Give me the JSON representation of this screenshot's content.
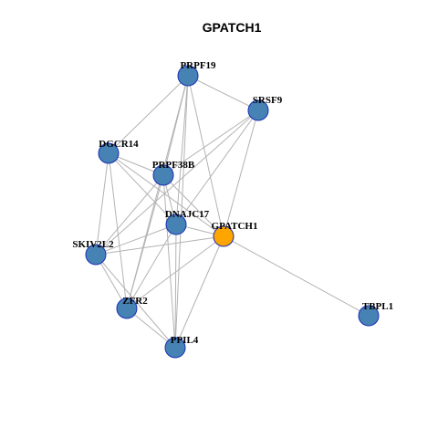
{
  "title": "GPATCH1",
  "colors": {
    "default_node": "#4682b4",
    "query_node": "#ffa500",
    "edge": "#b3b3b3",
    "node_border": "#1a2fb5"
  },
  "nodes": [
    {
      "id": "PRPF19",
      "label": "PRPF19",
      "query": false
    },
    {
      "id": "SRSF9",
      "label": "SRSF9",
      "query": false
    },
    {
      "id": "DGCR14",
      "label": "DGCR14",
      "query": false
    },
    {
      "id": "PRPF38B",
      "label": "PRPF38B",
      "query": false
    },
    {
      "id": "DNAJC17",
      "label": "DNAJC17",
      "query": false
    },
    {
      "id": "GPATCH1",
      "label": "GPATCH1",
      "query": true
    },
    {
      "id": "SKIV2L2",
      "label": "SKIV2L2",
      "query": false
    },
    {
      "id": "ZFR2",
      "label": "ZFR2",
      "query": false
    },
    {
      "id": "PPIL4",
      "label": "PPIL4",
      "query": false
    },
    {
      "id": "TBPL1",
      "label": "TBPL1",
      "query": false
    }
  ],
  "edges": [
    [
      "PRPF19",
      "SRSF9"
    ],
    [
      "PRPF19",
      "DGCR14"
    ],
    [
      "PRPF19",
      "PRPF38B"
    ],
    [
      "PRPF19",
      "DNAJC17"
    ],
    [
      "PRPF19",
      "GPATCH1"
    ],
    [
      "PRPF19",
      "ZFR2"
    ],
    [
      "PRPF19",
      "PPIL4"
    ],
    [
      "SRSF9",
      "PRPF38B"
    ],
    [
      "SRSF9",
      "DNAJC17"
    ],
    [
      "SRSF9",
      "GPATCH1"
    ],
    [
      "SRSF9",
      "SKIV2L2"
    ],
    [
      "DGCR14",
      "PRPF38B"
    ],
    [
      "DGCR14",
      "DNAJC17"
    ],
    [
      "DGCR14",
      "GPATCH1"
    ],
    [
      "DGCR14",
      "SKIV2L2"
    ],
    [
      "DGCR14",
      "ZFR2"
    ],
    [
      "PRPF38B",
      "DNAJC17"
    ],
    [
      "PRPF38B",
      "GPATCH1"
    ],
    [
      "PRPF38B",
      "SKIV2L2"
    ],
    [
      "PRPF38B",
      "ZFR2"
    ],
    [
      "PRPF38B",
      "PPIL4"
    ],
    [
      "DNAJC17",
      "GPATCH1"
    ],
    [
      "DNAJC17",
      "SKIV2L2"
    ],
    [
      "DNAJC17",
      "ZFR2"
    ],
    [
      "DNAJC17",
      "PPIL4"
    ],
    [
      "GPATCH1",
      "SKIV2L2"
    ],
    [
      "GPATCH1",
      "ZFR2"
    ],
    [
      "GPATCH1",
      "PPIL4"
    ],
    [
      "GPATCH1",
      "TBPL1"
    ],
    [
      "SKIV2L2",
      "ZFR2"
    ],
    [
      "SKIV2L2",
      "PPIL4"
    ],
    [
      "ZFR2",
      "PPIL4"
    ]
  ]
}
